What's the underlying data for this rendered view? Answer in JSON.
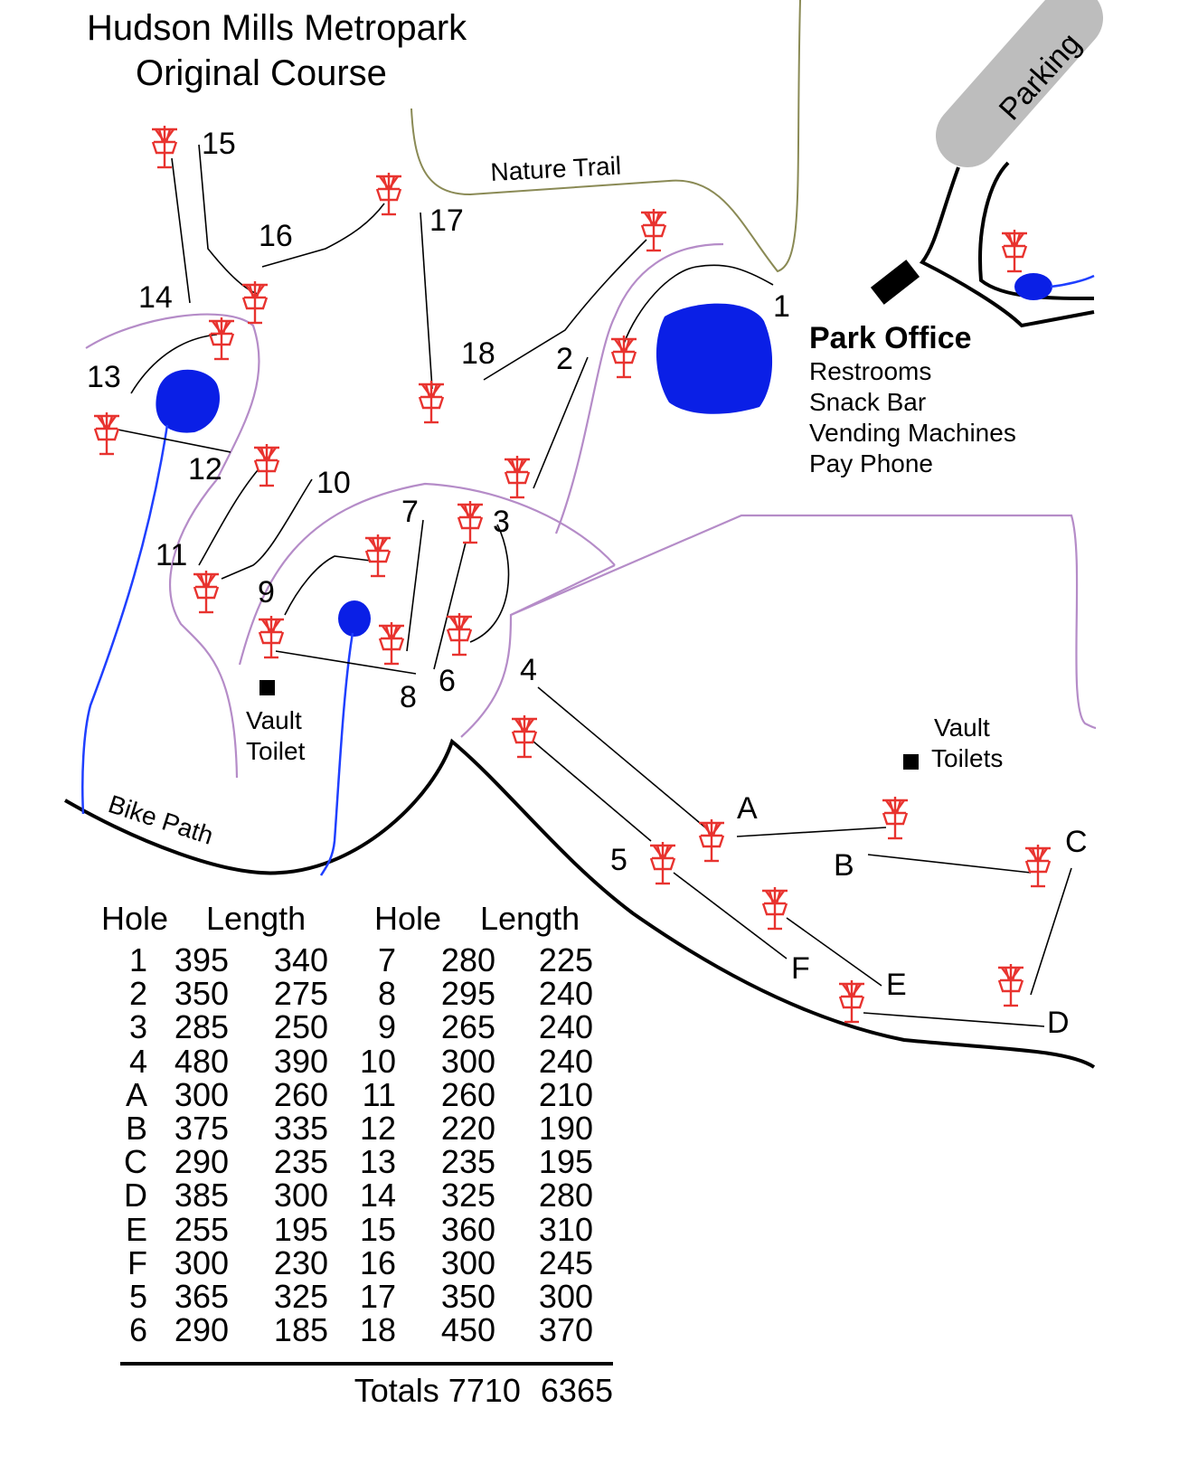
{
  "title": {
    "line1": "Hudson Mills Metropark",
    "line2": "Original Course"
  },
  "labels": {
    "nature_trail": "Nature Trail",
    "parking": "Parking",
    "bike_path": "Bike Path",
    "vault_toilet_line1": "Vault",
    "vault_toilet_line2": "Toilet",
    "vault_toilets_line1": "Vault",
    "vault_toilets_line2": "Toilets"
  },
  "park_office": {
    "name": "Park Office",
    "amenities": [
      "Restrooms",
      "Snack Bar",
      "Vending Machines",
      "Pay Phone"
    ]
  },
  "holes": [
    "1",
    "2",
    "3",
    "4",
    "5",
    "6",
    "7",
    "8",
    "9",
    "10",
    "11",
    "12",
    "13",
    "14",
    "15",
    "16",
    "17",
    "18",
    "A",
    "B",
    "C",
    "D",
    "E",
    "F"
  ],
  "colors": {
    "basket": "#e8332f",
    "water": "#0a1fe6",
    "trail": "#b58cc8",
    "nature_trail": "#8a8a55",
    "parking": "#bdbdbd"
  },
  "table": {
    "headers": [
      "Hole",
      "Length",
      "Hole",
      "Length"
    ],
    "left": [
      [
        "1",
        "395",
        "340"
      ],
      [
        "2",
        "350",
        "275"
      ],
      [
        "3",
        "285",
        "250"
      ],
      [
        "4",
        "480",
        "390"
      ],
      [
        "A",
        "300",
        "260"
      ],
      [
        "B",
        "375",
        "335"
      ],
      [
        "C",
        "290",
        "235"
      ],
      [
        "D",
        "385",
        "300"
      ],
      [
        "E",
        "255",
        "195"
      ],
      [
        "F",
        "300",
        "230"
      ],
      [
        "5",
        "365",
        "325"
      ],
      [
        "6",
        "290",
        "185"
      ]
    ],
    "right": [
      [
        "7",
        "280",
        "225"
      ],
      [
        "8",
        "295",
        "240"
      ],
      [
        "9",
        "265",
        "240"
      ],
      [
        "10",
        "300",
        "240"
      ],
      [
        "11",
        "260",
        "210"
      ],
      [
        "12",
        "220",
        "190"
      ],
      [
        "13",
        "235",
        "195"
      ],
      [
        "14",
        "325",
        "280"
      ],
      [
        "15",
        "360",
        "310"
      ],
      [
        "16",
        "300",
        "245"
      ],
      [
        "17",
        "350",
        "300"
      ],
      [
        "18",
        "450",
        "370"
      ]
    ],
    "totals_label": "Totals",
    "totals": [
      "7710",
      "6365"
    ]
  }
}
